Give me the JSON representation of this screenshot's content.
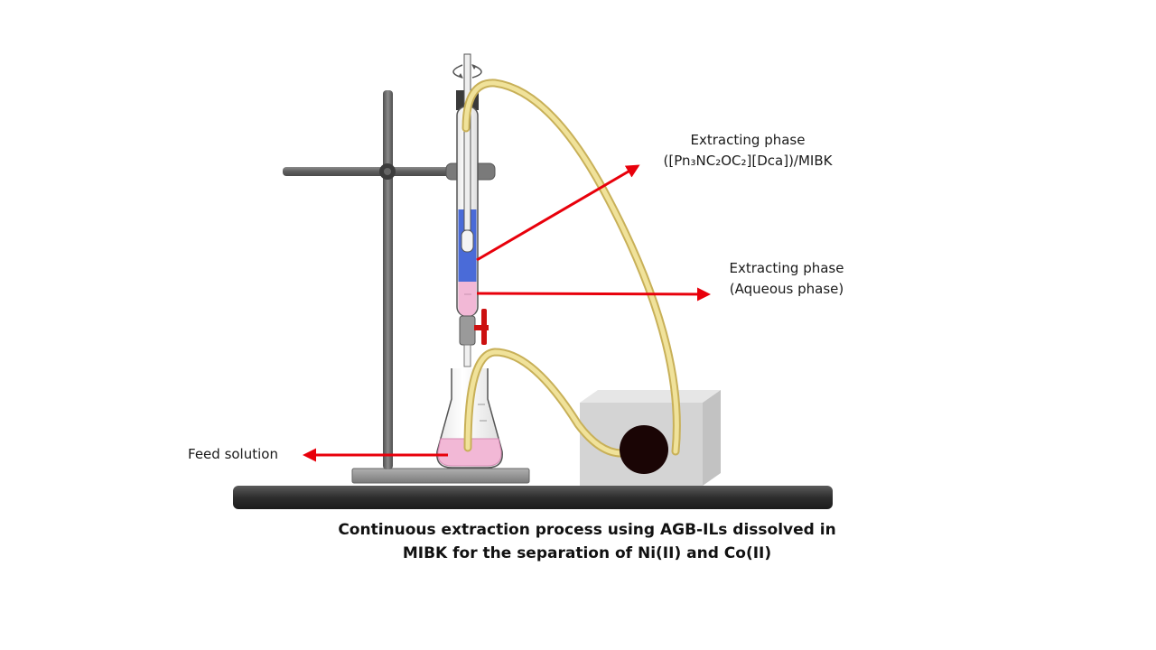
{
  "labels": {
    "organic_line1": "Extracting  phase",
    "organic_line2": "([Pn₃NC₂OC₂][Dca])/MIBK",
    "aqueous_line1": "Extracting  phase",
    "aqueous_line2": "(Aqueous phase)",
    "feed": "Feed solution"
  },
  "caption": {
    "line1": "Continuous extraction process using AGB-ILs dissolved in",
    "line2": "MIBK for the separation of Ni(II) and Co(II)"
  },
  "colors": {
    "arrow": "#e8000b",
    "organic_phase": "#4a6bd8",
    "aqueous_phase": "#f2b8d6",
    "tubing": "#e8d88a",
    "bench": "#3a3a3a",
    "stand": "#6b6b6b",
    "pump_box": "#d4d4d4",
    "pump_rotor": "#1a0505",
    "stopcock": "#cc1111"
  }
}
